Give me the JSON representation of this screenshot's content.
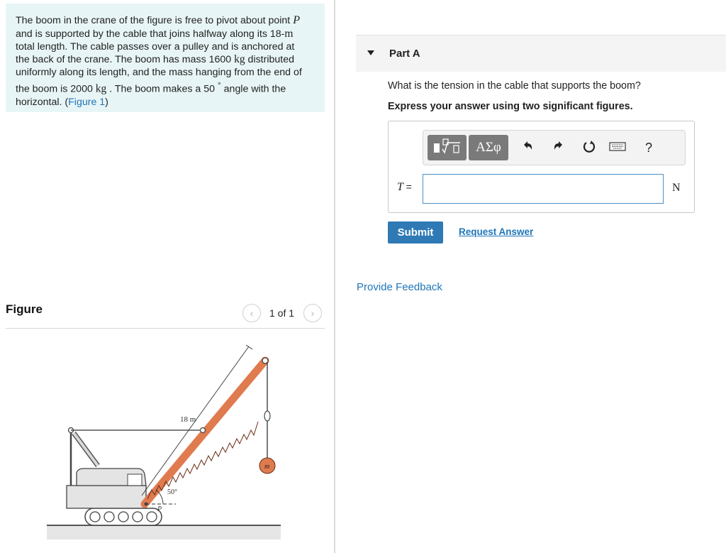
{
  "problem": {
    "t1": "The boom in the crane of the figure is free to pivot about point ",
    "p1": "P",
    "t2": "and is supported by the cable that joins halfway along its 18-",
    "m1": "m",
    "t3": "total length. The cable passes over a pulley and is anchored at",
    "t4": "the back of the crane. The boom has mass 1600 ",
    "kg1": "kg",
    "t5": " distributed",
    "t6": "uniformly along its length, and the mass hanging from the end of",
    "t7": "the boom is 2000 ",
    "kg2": "kg",
    "t8": " . The boom makes a 50 ",
    "deg": "°",
    "t9": " angle with the",
    "t10": "horizontal. (",
    "figure_link": "Figure 1",
    "t11": ")"
  },
  "figure": {
    "heading": "Figure",
    "pager": {
      "prev_icon": "chevron-left-icon",
      "next_icon": "chevron-right-icon",
      "count": "1 of 1"
    },
    "labels": {
      "length": "18 m",
      "angle": "50°",
      "pivot": "P",
      "mass": "m"
    }
  },
  "part": {
    "title": "Part A",
    "caret_icon": "caret-down-icon",
    "question": "What is the tension in the cable that supports the boom?",
    "instruction": "Express your answer using two significant figures."
  },
  "answer": {
    "templates_icon": "math-templates-icon",
    "greek_label": "ΑΣφ",
    "undo_icon": "undo-icon",
    "redo_icon": "redo-icon",
    "reset_icon": "reset-icon",
    "keyboard_icon": "keyboard-icon",
    "help_label": "?",
    "variable": "T",
    "equals": "=",
    "value": "",
    "unit": "N"
  },
  "actions": {
    "submit": "Submit",
    "request_answer": "Request Answer",
    "feedback": "Provide Feedback"
  },
  "colors": {
    "accent": "#2f7ab5",
    "link": "#1f76b9",
    "problem_bg": "#e8f5f6",
    "boom": "#e07b4f"
  }
}
